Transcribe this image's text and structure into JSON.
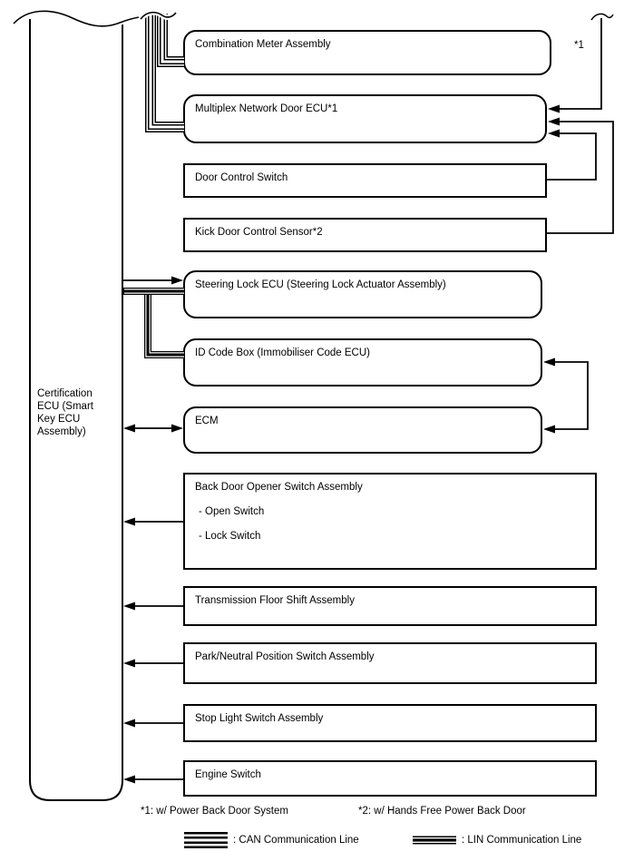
{
  "diagram": {
    "bus": {
      "label": "Certification ECU (Smart Key ECU Assembly)"
    },
    "boxes": [
      {
        "label": "Combination Meter Assembly"
      },
      {
        "label": "Multiplex Network Door ECU*1"
      },
      {
        "label": "Door Control Switch"
      },
      {
        "label": "Kick Door Control Sensor*2"
      },
      {
        "label": "Steering Lock ECU (Steering Lock Actuator Assembly)"
      },
      {
        "label": "ID Code Box (Immobiliser Code ECU)"
      },
      {
        "label": "ECM"
      },
      {
        "label": "Back Door Opener Switch Assembly",
        "sub": [
          "- Open Switch",
          "- Lock Switch"
        ]
      },
      {
        "label": "Transmission Floor Shift Assembly"
      },
      {
        "label": "Park/Neutral Position Switch Assembly"
      },
      {
        "label": "Stop Light Switch Assembly"
      },
      {
        "label": "Engine Switch"
      }
    ],
    "annotations": {
      "star1": "*1"
    },
    "footnotes": {
      "f1": "*1: w/ Power Back Door System",
      "f2": "*2: w/ Hands Free Power Back Door"
    },
    "legend": {
      "can": ": CAN Communication Line",
      "lin": ": LIN Communication Line"
    },
    "colors": {
      "line": "#000000",
      "background": "#ffffff"
    }
  }
}
